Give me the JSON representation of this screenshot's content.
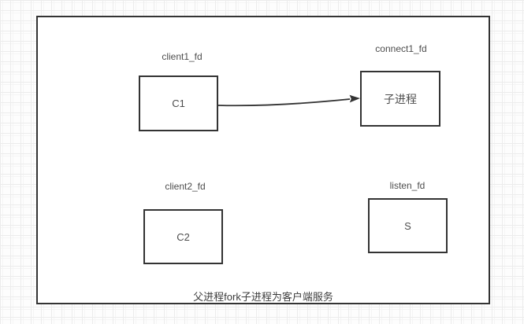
{
  "diagram": {
    "caption": "父进程fork子进程为客户端服务",
    "nodes": [
      {
        "label": "C1",
        "tag": "client1_fd"
      },
      {
        "label": "子进程",
        "tag": "connect1_fd"
      },
      {
        "label": "C2",
        "tag": "client2_fd"
      },
      {
        "label": "S",
        "tag": "listen_fd"
      }
    ],
    "edges": [
      {
        "from": "C1",
        "to": "子进程",
        "type": "arrow"
      }
    ],
    "colors": {
      "shape_stroke": "#333333",
      "shape_fill": "#ffffff",
      "text": "#4d4d4d",
      "canvas_bg": "#fdfdfd",
      "grid_line": "#ececec"
    }
  }
}
